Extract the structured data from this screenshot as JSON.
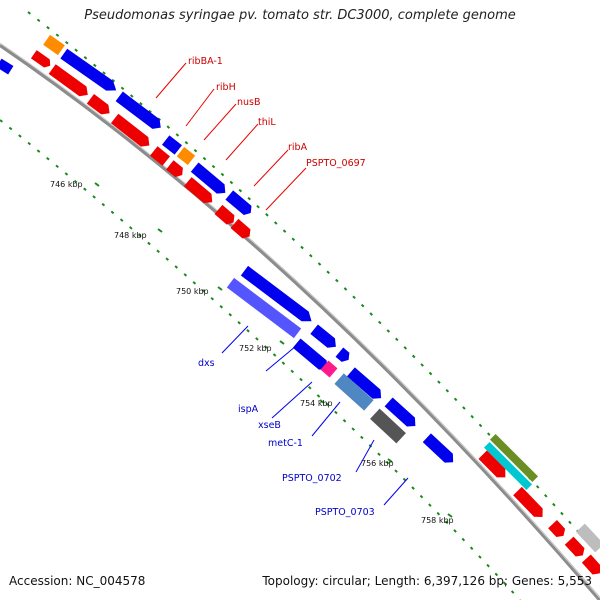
{
  "title": "Pseudomonas syringae pv. tomato str. DC3000, complete genome",
  "footer": {
    "accession": "Accession: NC_004578",
    "summary": "Topology: circular; Length: 6,397,126 bp; Genes: 5,553"
  },
  "colors": {
    "cds": "#0000ee",
    "gene": "#ee0000",
    "trna": "#ff8c00",
    "backbone": "#909090",
    "tick": "#1a8a1a",
    "label_top": "#cc0000",
    "label_bottom": "#0000cc"
  },
  "kbp_ticks": [
    "746 kbp",
    "748 kbp",
    "750 kbp",
    "752 kbp",
    "754 kbp",
    "756 kbp",
    "758 kbp"
  ],
  "labels_top": [
    "ribBA-1",
    "ribH",
    "nusB",
    "thiL",
    "ribA",
    "PSPTO_0697"
  ],
  "labels_bottom": [
    "dxs",
    "ispA",
    "xseB",
    "metC-1",
    "PSPTO_0702",
    "PSPTO_0703"
  ]
}
